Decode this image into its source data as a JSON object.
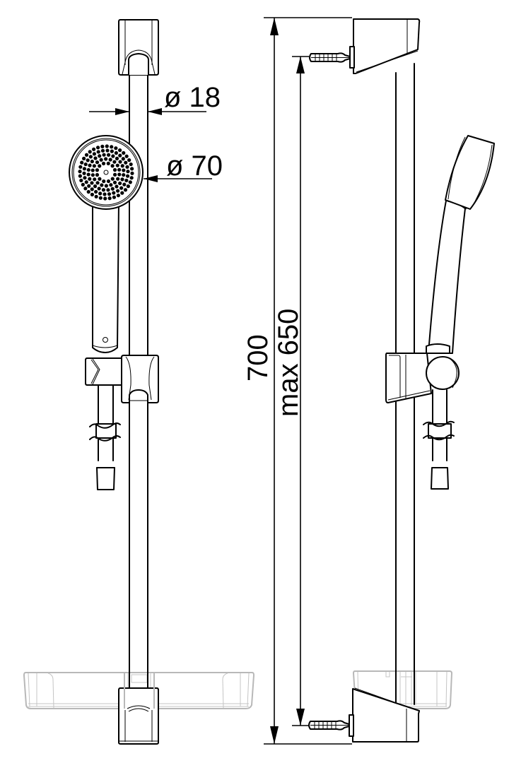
{
  "drawing": {
    "title": "Shower rail set dimension drawing",
    "units": "mm",
    "views": [
      "front-view",
      "side-view"
    ],
    "dimensions": {
      "rail_diameter": {
        "label": "ø 18",
        "value": 18
      },
      "handshower_diameter": {
        "label": "ø 70",
        "value": 70
      },
      "overall_height": {
        "label": "700",
        "value": 700
      },
      "max_fixing_distance": {
        "label": "max 650",
        "value": 650
      }
    },
    "colors": {
      "line": "#000000",
      "soap_dish": "#b8b8b8",
      "background": "#ffffff"
    }
  }
}
